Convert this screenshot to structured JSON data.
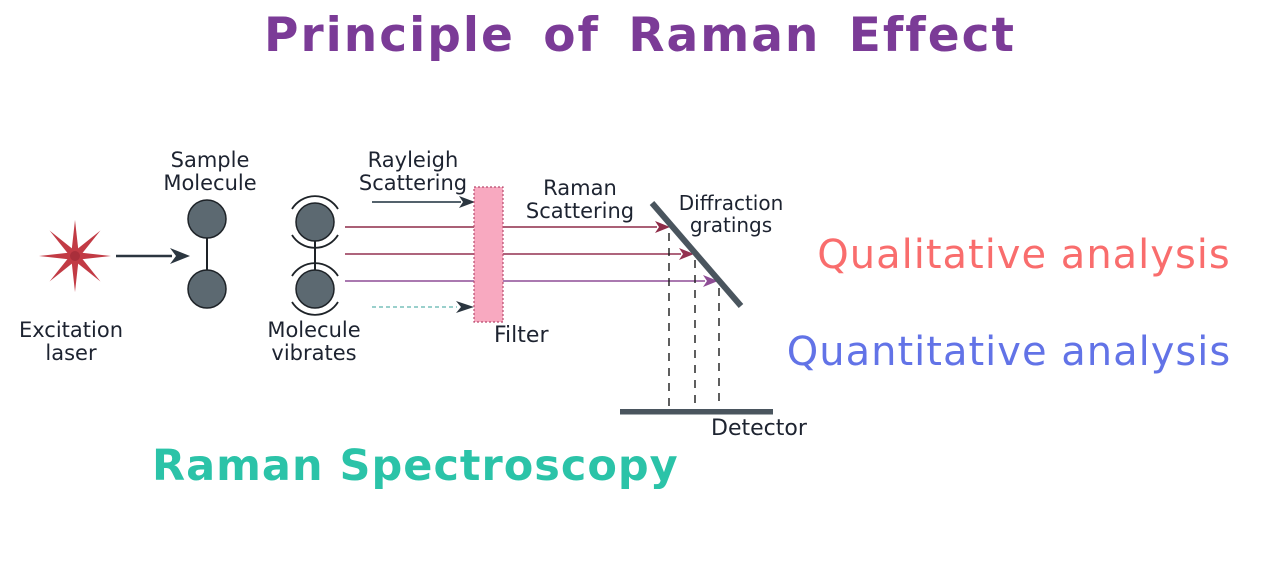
{
  "title": {
    "text": "Principle of Raman Effect",
    "color": "#7b3b97"
  },
  "diagram": {
    "labels": {
      "sample_molecule": "Sample\nMolecule",
      "excitation_laser": "Excitation\nlaser",
      "molecule_vibrates": "Molecule\nvibrates",
      "rayleigh_scattering": "Rayleigh\nScattering",
      "raman_scattering": "Raman\nScattering",
      "diffraction_gratings": "Diffraction\ngratings",
      "filter": "Filter",
      "detector": "Detector"
    },
    "colors": {
      "laser_star": "#c23b45",
      "molecule_fill": "#5c6971",
      "molecule_stroke": "#1e2328",
      "filter_fill": "#f8a9c0",
      "filter_border": "#b94a6e",
      "rayleigh_beam": "#3c4c57",
      "raman_beam_1": "#8e2c48",
      "raman_beam_2": "#943150",
      "raman_beam_3": "#8e4d95",
      "stokes_beam": "#9ad0cc",
      "arrowhead_dark": "#2b3640",
      "grating_detector": "#4a555e",
      "dashed_drop": "#1b1b1b"
    }
  },
  "annotations": {
    "qualitative": {
      "text": "Qualitative analysis",
      "color": "#f96d6d"
    },
    "quantitative": {
      "text": "Quantitative analysis",
      "color": "#6273e7"
    },
    "branding": {
      "text": "Raman Spectroscopy",
      "color": "#2bc3a8"
    }
  }
}
